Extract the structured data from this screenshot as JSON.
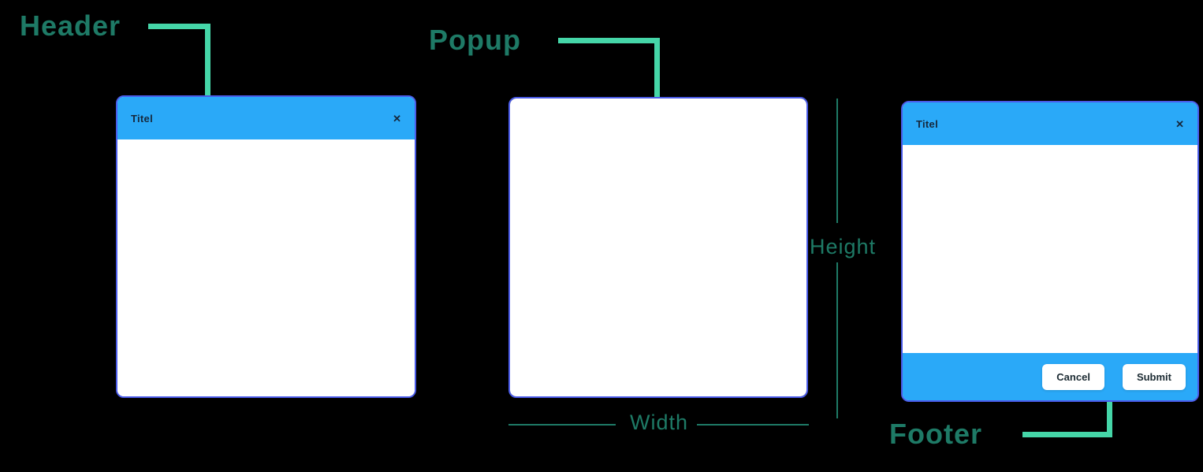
{
  "diagram": {
    "annotations": {
      "header_label": "Header",
      "popup_label": "Popup",
      "height_label": "Height",
      "width_label": "Width",
      "footer_label": "Footer"
    },
    "popup_header_demo": {
      "title": "Titel",
      "close_icon": "✕"
    },
    "popup_footer_demo": {
      "title": "Titel",
      "close_icon": "✕",
      "cancel_button": "Cancel",
      "submit_button": "Submit"
    },
    "colors": {
      "background": "#000000",
      "titlebar_blue": "#2AA9F8",
      "popup_border_blue": "#4A5BE8",
      "connector_green": "#45D6A8",
      "annotation_green": "#1E7A66",
      "popup_background": "#FFFFFF",
      "title_text": "#16283C"
    }
  }
}
